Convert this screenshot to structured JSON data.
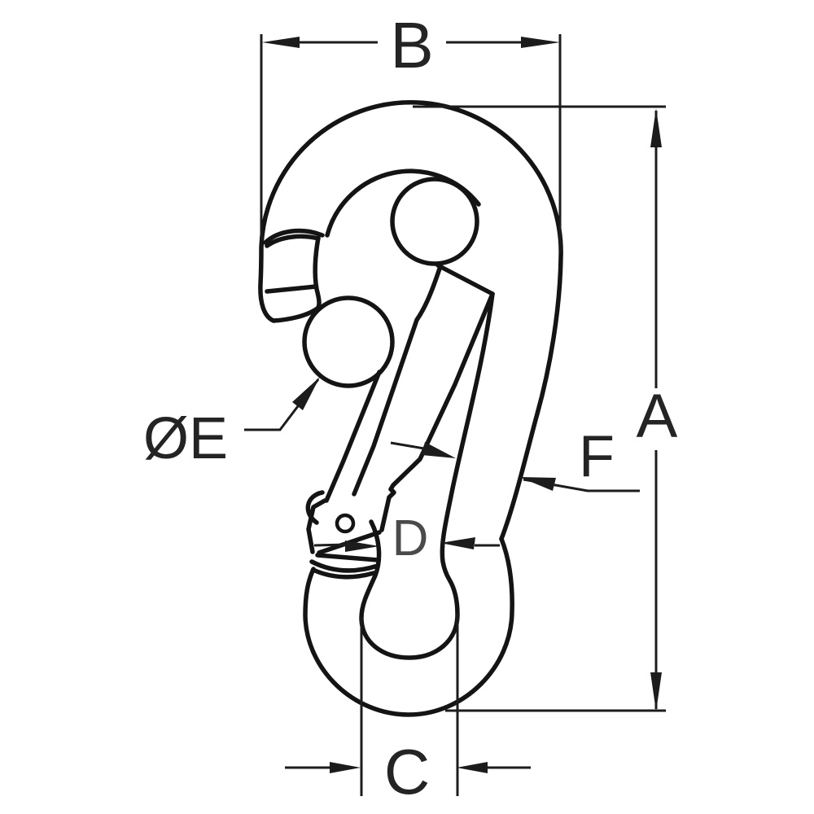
{
  "diagram": {
    "subject": "snap-hook-carabiner-dimension-drawing",
    "background_color": "#ffffff",
    "line_color": "#141414",
    "dimension_labels": {
      "a": "A",
      "b": "B",
      "c": "C",
      "d": "D",
      "e": "ØE",
      "f": "F"
    }
  }
}
